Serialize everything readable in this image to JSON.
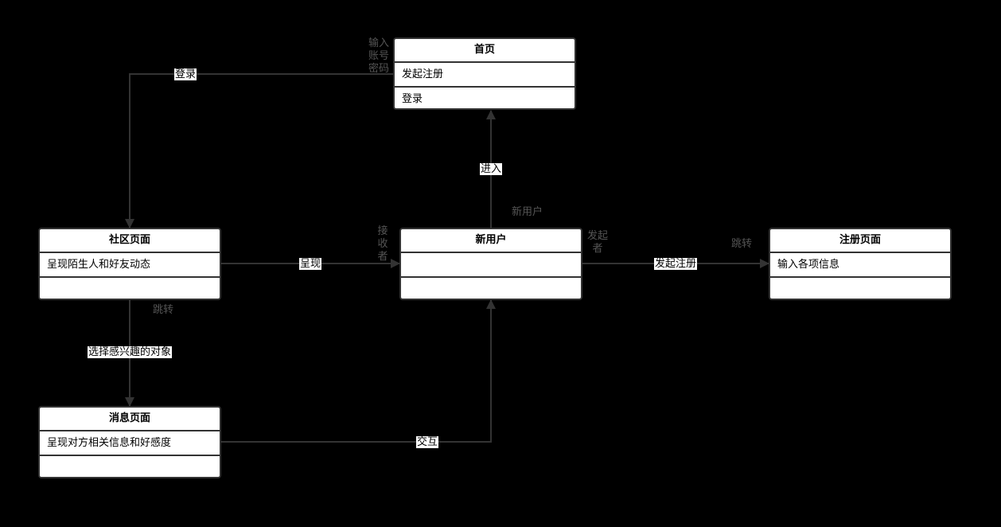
{
  "colors": {
    "background": "#000000",
    "edge": "#333333",
    "box_fill": "#ffffff",
    "note_text": "#555555"
  },
  "boxes": {
    "home": {
      "title": "首页",
      "rows": [
        "发起注册",
        "登录"
      ]
    },
    "community": {
      "title": "社区页面",
      "rows": [
        "呈现陌生人和好友动态",
        ""
      ]
    },
    "newuser": {
      "title": "新用户",
      "rows": [
        "",
        ""
      ]
    },
    "register": {
      "title": "注册页面",
      "rows": [
        "输入各项信息",
        ""
      ]
    },
    "message": {
      "title": "消息页面",
      "rows": [
        "呈现对方相关信息和好感度",
        ""
      ]
    }
  },
  "edge_labels": {
    "login": "登录",
    "enter": "进入",
    "present": "呈现",
    "start_register": "发起注册",
    "choose_interest": "选择感兴趣的对象",
    "interact": "交互"
  },
  "notes": {
    "input_account": "输入账号密码",
    "new_user": "新用户",
    "receiver": "接收者",
    "initiator": "发起者",
    "jump_right": "跳转",
    "jump_down": "跳转"
  }
}
